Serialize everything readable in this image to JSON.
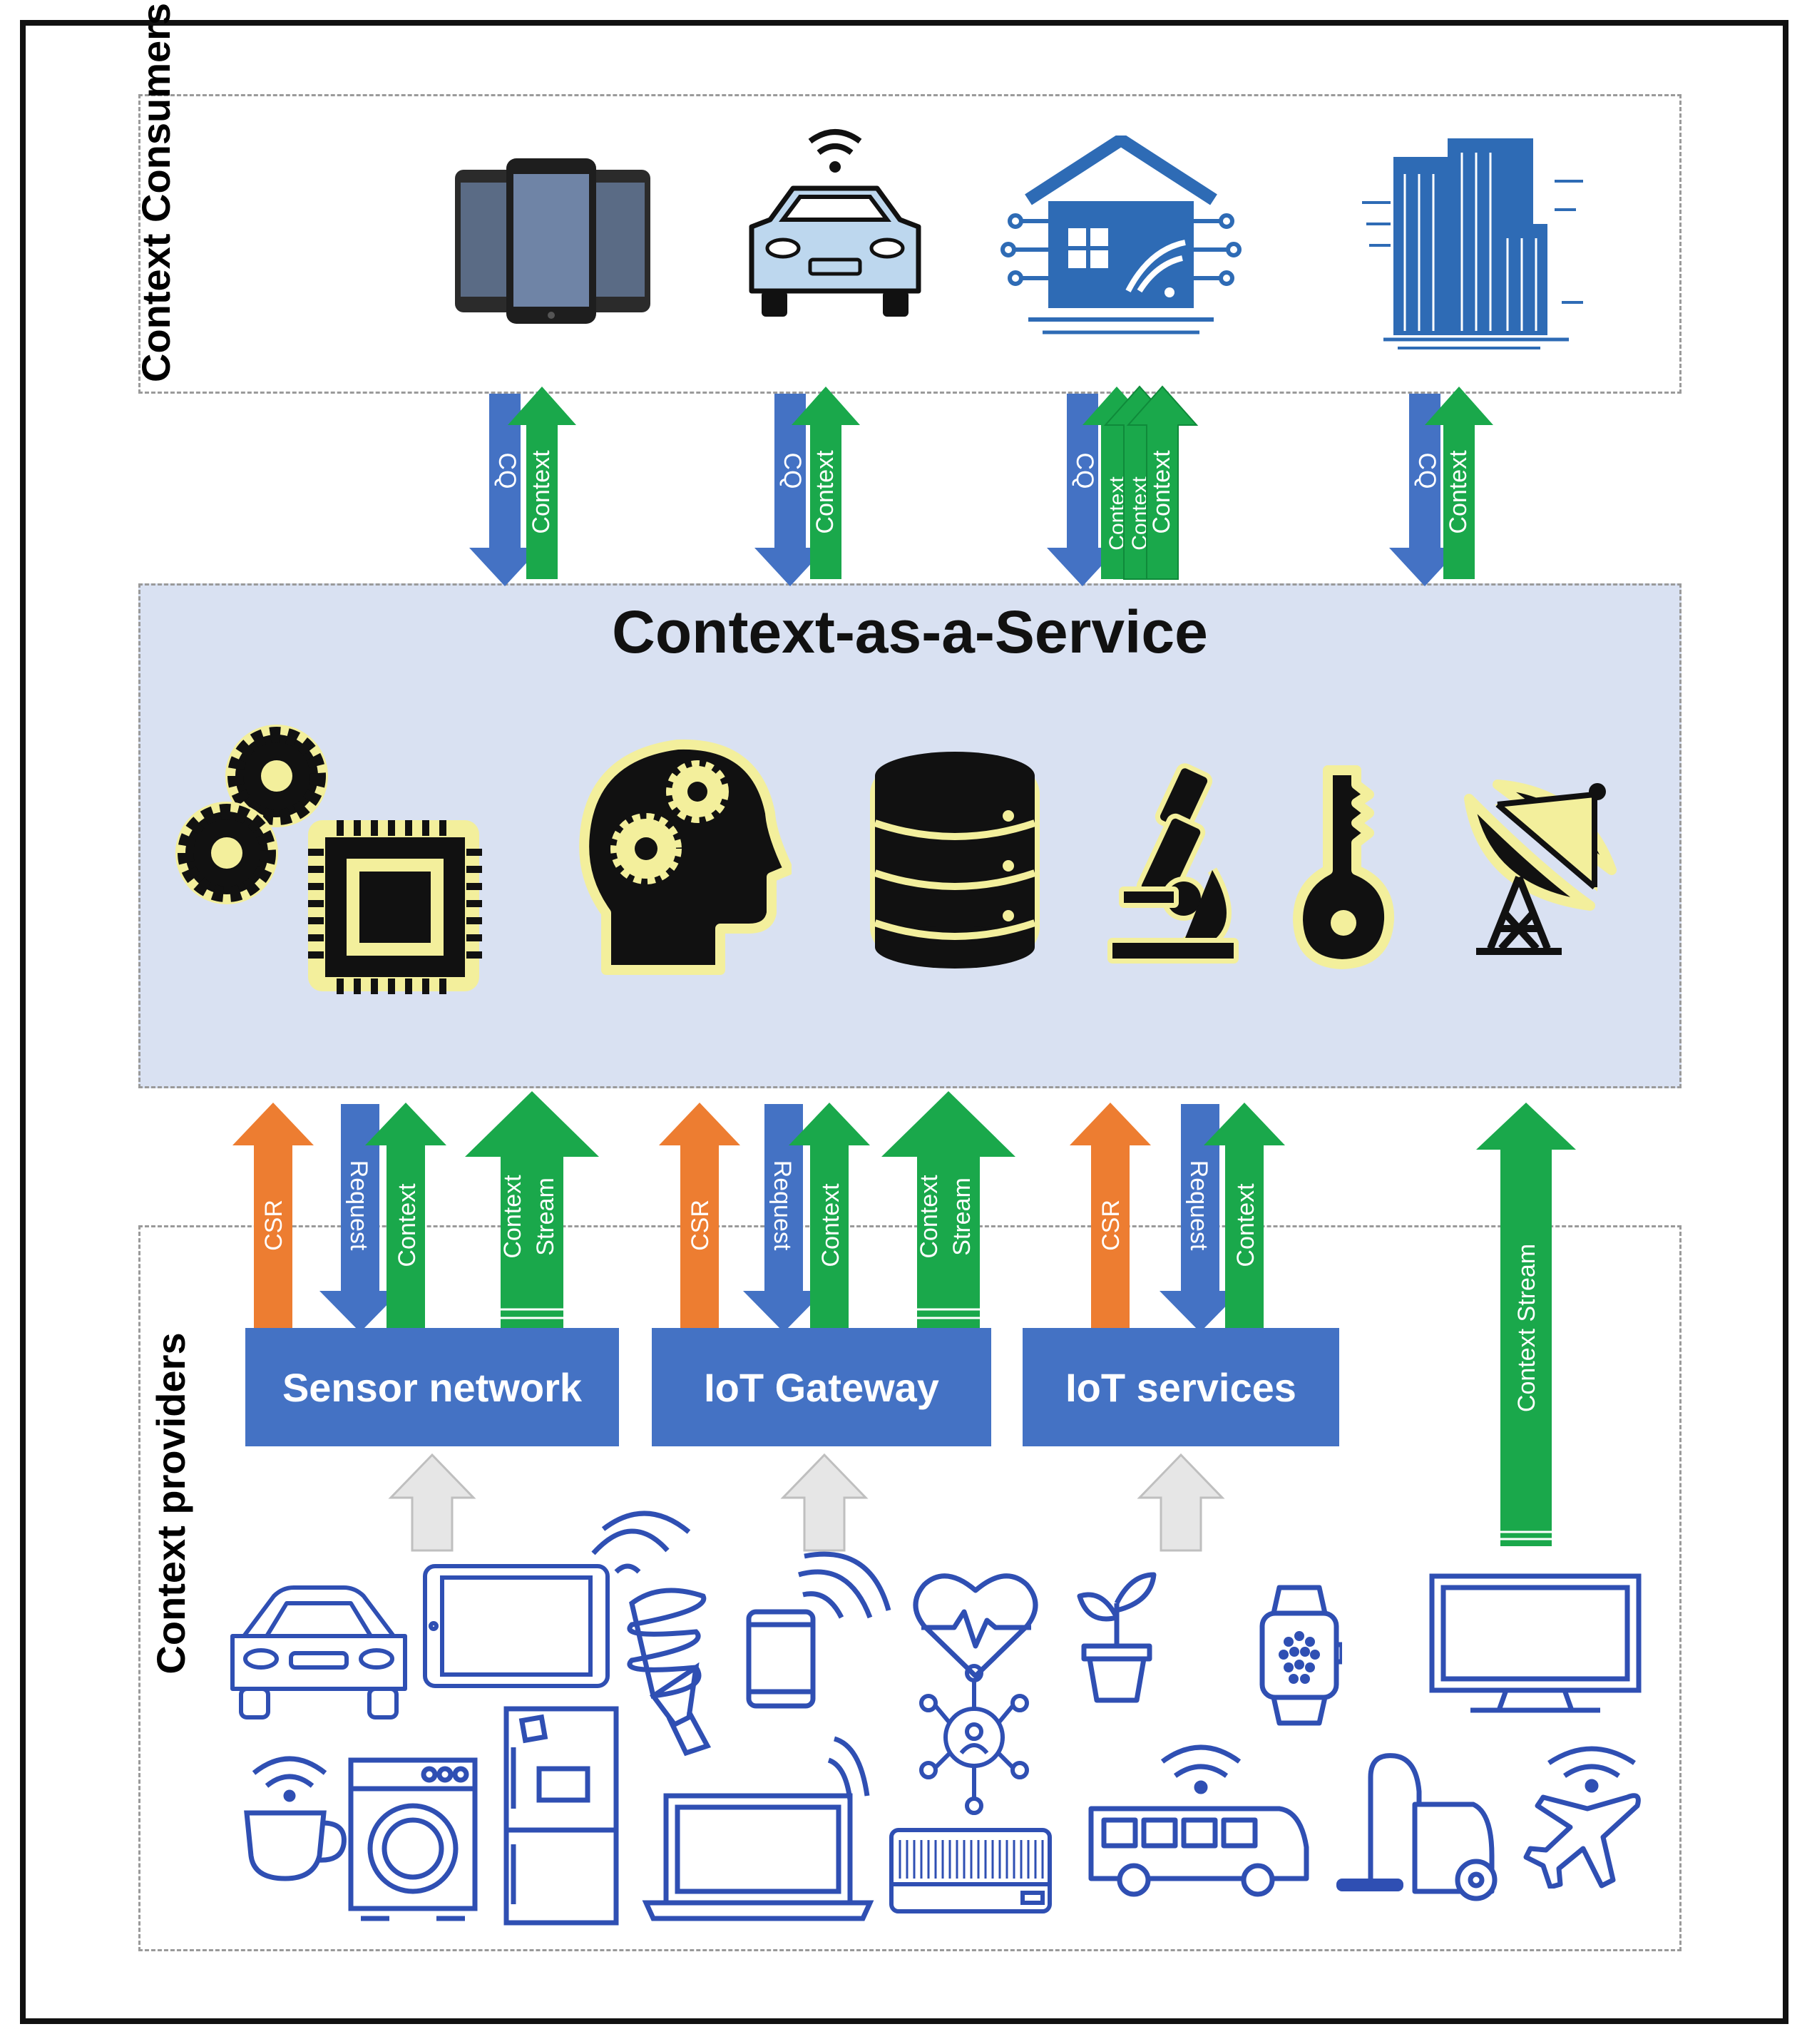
{
  "labels": {
    "consumers": "Context Consumers",
    "caas_title": "Context-as-a-Service",
    "providers": "Context providers"
  },
  "boxes": {
    "sensor_network": "Sensor network",
    "iot_gateway": "IoT Gateway",
    "iot_services": "IoT services"
  },
  "arrow_text": {
    "cq": "CQ",
    "context": "Context",
    "csr": "CSR",
    "request": "Request",
    "context_stream_line1": "Context",
    "context_stream_line2": "Stream",
    "context_stream": "Context Stream"
  },
  "colors": {
    "blue": "#4472c4",
    "green": "#1aa84b",
    "orange": "#ed7d31",
    "caas_bg": "#d9e1f2",
    "icon_outline": "#2f4fb3",
    "highlight": "#f3ef9c"
  },
  "icons": {
    "consumers": [
      "smartphones-icon",
      "connected-car-icon",
      "smart-home-icon",
      "smart-building-icon"
    ],
    "caas": [
      "gears-chip-icon",
      "head-gears-icon",
      "database-icon",
      "microscope-icon",
      "key-icon",
      "satellite-dish-icon"
    ],
    "providers": [
      "car-icon",
      "tablet-icon",
      "bulb-icon",
      "phone-icon",
      "heart-icon",
      "plant-icon",
      "watch-icon",
      "monitor-icon",
      "coffee-icon",
      "washer-icon",
      "fridge-icon",
      "laptop-icon",
      "network-icon",
      "ac-icon",
      "bus-icon",
      "vacuum-icon",
      "airplane-icon"
    ]
  }
}
